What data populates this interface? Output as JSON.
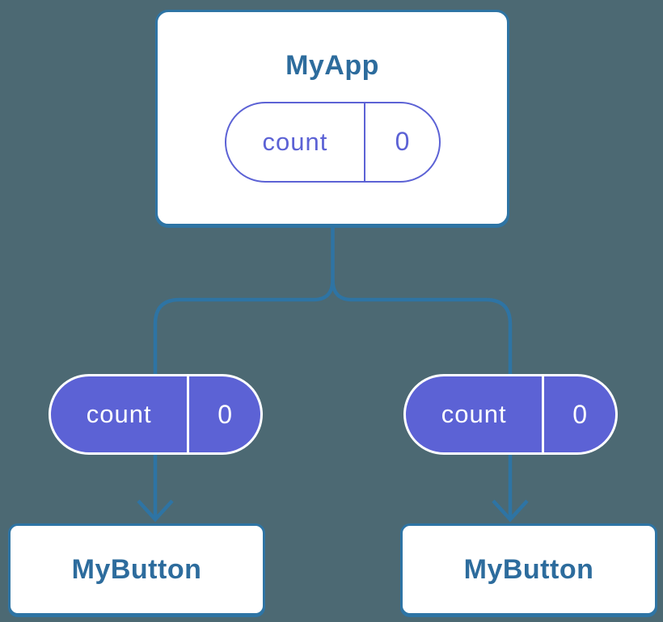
{
  "colors": {
    "canvas_bg": "#4c6973",
    "line_blue": "#2e74a4",
    "text_blue": "#2d6c9d",
    "pill_purple": "#5c62d5",
    "box_bg": "#ffffff"
  },
  "diagram": {
    "root": {
      "title": "MyApp",
      "pill": {
        "label": "count",
        "value": "0"
      }
    },
    "children": [
      {
        "title": "MyButton",
        "pill": {
          "label": "count",
          "value": "0"
        }
      },
      {
        "title": "MyButton",
        "pill": {
          "label": "count",
          "value": "0"
        }
      }
    ]
  }
}
